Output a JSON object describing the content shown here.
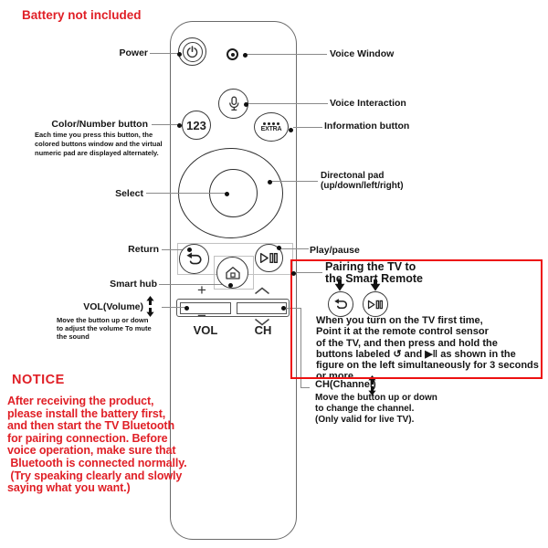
{
  "colors": {
    "red_text": "#e01f26",
    "red_box_border": "#ed1111",
    "callout_line": "#8a8a8a",
    "remote_outline": "#6a6a6a",
    "button_outline": "#3a3a3a",
    "group_outline": "#c2c2c2",
    "label_text": "#151515"
  },
  "title": "Battery not included",
  "labels_left": {
    "power": "Power",
    "color_number": "Color/Number button",
    "color_number_note": [
      "Each time you press this button, the",
      "colored buttons window and the virtual",
      "numeric pad are displayed alternately."
    ],
    "select": "Select",
    "return": "Return",
    "smart_hub": "Smart hub",
    "volume": "VOL(Volume)",
    "volume_note": [
      "Move the button up or down",
      "to adjust the volume To mute",
      "the sound"
    ]
  },
  "labels_right": {
    "voice_window": "Voice Window",
    "voice_interaction": "Voice Interaction",
    "information": "Information button",
    "directional_pad": [
      "Directonal pad",
      "(up/down/left/right)"
    ],
    "play_pause": "Play/pause",
    "channel": "CH(Channel)",
    "channel_note": [
      "Move the button up or down",
      "to change the channel.",
      "(Only valid for live TV)."
    ]
  },
  "pairing_box": {
    "heading": [
      "Pairing the TV to",
      "the Smart Remote"
    ],
    "body": [
      "When you turn on the TV first time,",
      "Point it at the remote control sensor",
      "of the TV, and then press and hold the",
      "buttons labeled ↺ and ▶‖ as shown in the",
      "figure on the left simultaneously for 3 seconds",
      "or more."
    ]
  },
  "notice": {
    "heading": "NOTICE",
    "body": [
      "After receiving the product,",
      "please install the battery first,",
      "and then start the TV Bluetooth",
      "for pairing connection. Before",
      "voice operation, make sure that",
      " Bluetooth is connected normally.",
      " (Try speaking clearly and slowly",
      "saying what you want.)"
    ]
  },
  "remote": {
    "numeric_button": "123",
    "extra_button": "EXTRA",
    "volume_plus": "+",
    "volume_minus": "−",
    "volume_text": "VOL",
    "channel_text": "CH"
  },
  "icons": {
    "power-icon": "⏻",
    "voice-window-icon": "◎",
    "mic-icon": "microphone",
    "extra-dots-icon": "••••",
    "return-icon": "↺",
    "play-pause-icon": "▶‖",
    "home-icon": "house",
    "chevron-up-icon": "∧",
    "chevron-down-icon": "∨",
    "up-arrow-icon": "↑",
    "down-arrow-icon": "↓",
    "solid-down-arrow-icon": "⬇"
  }
}
